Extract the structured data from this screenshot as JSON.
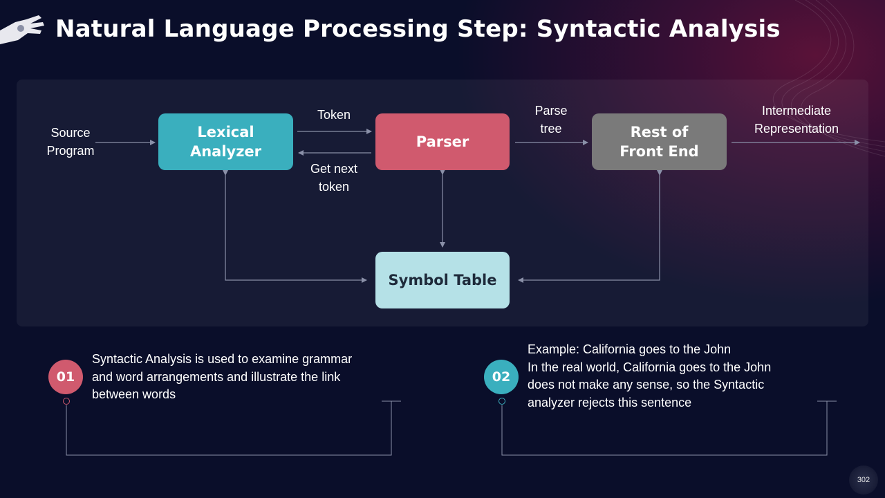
{
  "title": "Natural Language Processing Step: Syntactic Analysis",
  "diagram": {
    "nodes": {
      "lexical": "Lexical\nAnalyzer",
      "parser": "Parser",
      "rest": "Rest of\nFront End",
      "symbol": "Symbol Table"
    },
    "labels": {
      "source": "Source\nProgram",
      "token": "Token",
      "get_next": "Get next\ntoken",
      "parse_tree": "Parse\ntree",
      "intermediate": "Intermediate\nRepresentation"
    },
    "colors": {
      "lexical": "#3aafbe",
      "parser": "#d05a6e",
      "rest": "#7a7a7a",
      "symbol": "#b5e1e7"
    }
  },
  "points": [
    {
      "number": "01",
      "text": "Syntactic Analysis is used to examine grammar\nand word arrangements and illustrate the link\nbetween words",
      "color": "#d05a6e"
    },
    {
      "number": "02",
      "text": "Example: California goes to the John\nIn the real world, California goes to the John\ndoes not make any sense, so the Syntactic\nanalyzer rejects this sentence",
      "color": "#3aafbe"
    }
  ],
  "page_number": "302",
  "icons": {
    "logo": "robot-hand-icon"
  }
}
